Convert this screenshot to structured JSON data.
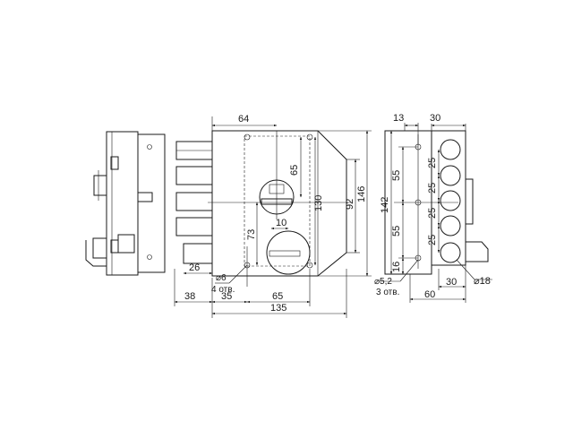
{
  "dims": {
    "top_width": "64",
    "lower_depth": "26",
    "left_offset": "38",
    "hole_to_pitch": "35",
    "pitch_h": "65",
    "total_width": "135",
    "cyl_height": "65",
    "inner_height": "130",
    "h_92": "92",
    "h_146": "146",
    "small_gap": "10",
    "h_73": "73",
    "hole_dia": "⌀6",
    "hole_count": "4 отв.",
    "r_13": "13",
    "r_30_top": "30",
    "r_142": "142",
    "r_55_a": "55",
    "r_55_b": "55",
    "r_16": "16",
    "r_25_a": "25",
    "r_25_b": "25",
    "r_25_c": "25",
    "r_25_d": "25",
    "r_hole_dia": "⌀5,2",
    "r_hole_count": "3 отв.",
    "r_30_bottom": "30",
    "r_60": "60",
    "r_bolt_dia": "⌀18"
  }
}
